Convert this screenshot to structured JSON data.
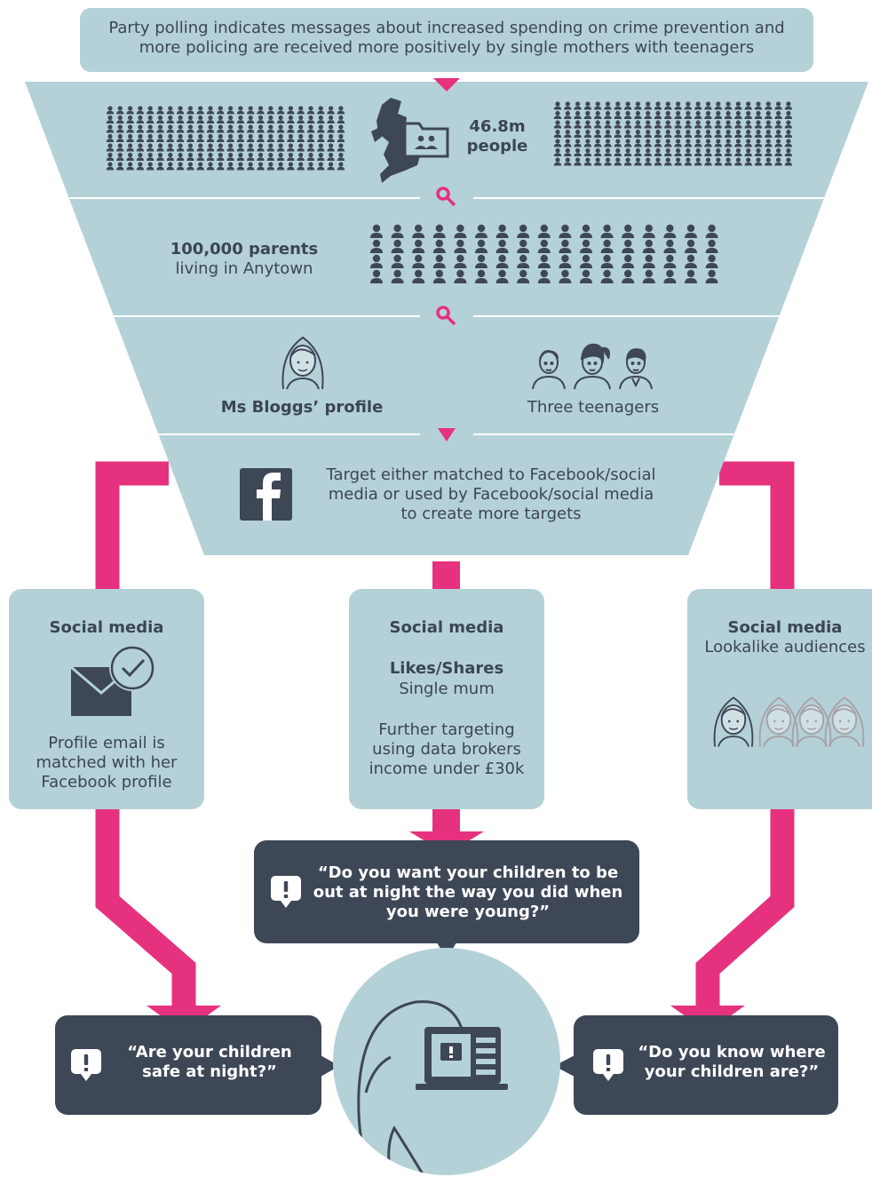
{
  "intro": "Party polling indicates messages about increased spending on crime prevention and more policing are received more positively by single mothers with teenagers",
  "funnel": {
    "population_value": "46.8m",
    "population_unit": "people",
    "parents_count": "100,000 parents",
    "parents_location": "living in Anytown",
    "profile_label": "Ms Bloggs’ profile",
    "teenagers_label": "Three teenagers",
    "facebook_text": "Target either matched to Facebook/social media or used by Facebook/social media to create more targets"
  },
  "cards": {
    "left": {
      "title": "Social media",
      "body": "Profile email is matched with her Facebook profile"
    },
    "center": {
      "title": "Social media",
      "subtitle": "Likes/Shares",
      "line": "Single mum",
      "body": "Further targeting using data brokers income under £30k"
    },
    "right": {
      "title": "Social media",
      "subtitle": "Lookalike audiences"
    }
  },
  "messages": {
    "center": "“Do you want your children to be out at night the way you did when you were young?”",
    "left": "“Are your children safe at night?”",
    "right": "“Do you know where your children are?”"
  },
  "icons": [
    "uk-map-icon",
    "folder-people-icon",
    "search-icon",
    "woman-avatar-icon",
    "teen-avatars-icon",
    "facebook-icon",
    "email-check-icon",
    "lookalike-avatars-icon",
    "alert-bubble-icon",
    "laptop-icon",
    "person-silhouette-icon"
  ],
  "colors": {
    "funnel": "#b5d1d8",
    "accent": "#e6317f",
    "dark": "#3e4756",
    "text": "#3a4556"
  }
}
